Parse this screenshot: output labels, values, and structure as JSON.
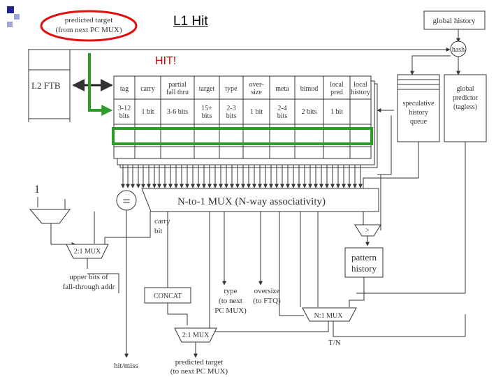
{
  "slide": {
    "title": "L1 Hit",
    "hit_label": "HIT!"
  },
  "pc_note": {
    "line1": "predicted target",
    "line2": "(from next PC MUX)"
  },
  "global_history": "global history",
  "hash": "hash",
  "l2ftb": "L2 FTB",
  "columns": [
    {
      "header": [
        "tag"
      ],
      "bits": [
        "3-12",
        "bits"
      ]
    },
    {
      "header": [
        "carry"
      ],
      "bits": [
        "1 bit"
      ]
    },
    {
      "header": [
        "partial",
        "fall thru"
      ],
      "bits": [
        "3-6 bits"
      ]
    },
    {
      "header": [
        "target"
      ],
      "bits": [
        "15+",
        "bits"
      ]
    },
    {
      "header": [
        "type"
      ],
      "bits": [
        "2-3",
        "bits"
      ]
    },
    {
      "header": [
        "over-",
        "size"
      ],
      "bits": [
        "1 bit"
      ]
    },
    {
      "header": [
        "meta"
      ],
      "bits": [
        "2-4",
        "bits"
      ]
    },
    {
      "header": [
        "bimod"
      ],
      "bits": [
        "2 bits"
      ]
    },
    {
      "header": [
        "local",
        "pred"
      ],
      "bits": [
        "1 bit"
      ]
    },
    {
      "header": [
        "local",
        "history"
      ],
      "bits": []
    }
  ],
  "spec_queue": [
    "speculative",
    "history",
    "queue"
  ],
  "global_predictor": [
    "global",
    "predictor",
    "(tagless)"
  ],
  "eq_symbol": "=",
  "one_label": "1",
  "mux_main": "N-to-1 MUX (N-way associativity)",
  "carry_bit": [
    "carry",
    "bit"
  ],
  "mux21_a": "2:1 MUX",
  "gt_symbol": ">",
  "pattern_history": [
    "pattern",
    "history"
  ],
  "upper_bits": [
    "upper bits of",
    "fall-through addr"
  ],
  "concat": "CONCAT",
  "type_note": [
    "type",
    "(to next",
    "PC MUX)"
  ],
  "oversize_note": [
    "oversize",
    "(to FTQ)"
  ],
  "nmux": "N:1 MUX",
  "mux21_b": "2:1 MUX",
  "tn": "T/N",
  "hitmiss": "hit/miss",
  "pred_target": [
    "predicted target",
    "(to next PC MUX)"
  ],
  "colors": {
    "accent_green": "#2a9d2a",
    "accent_red": "#e01010",
    "bullet_blue": "#1f1f8f"
  }
}
